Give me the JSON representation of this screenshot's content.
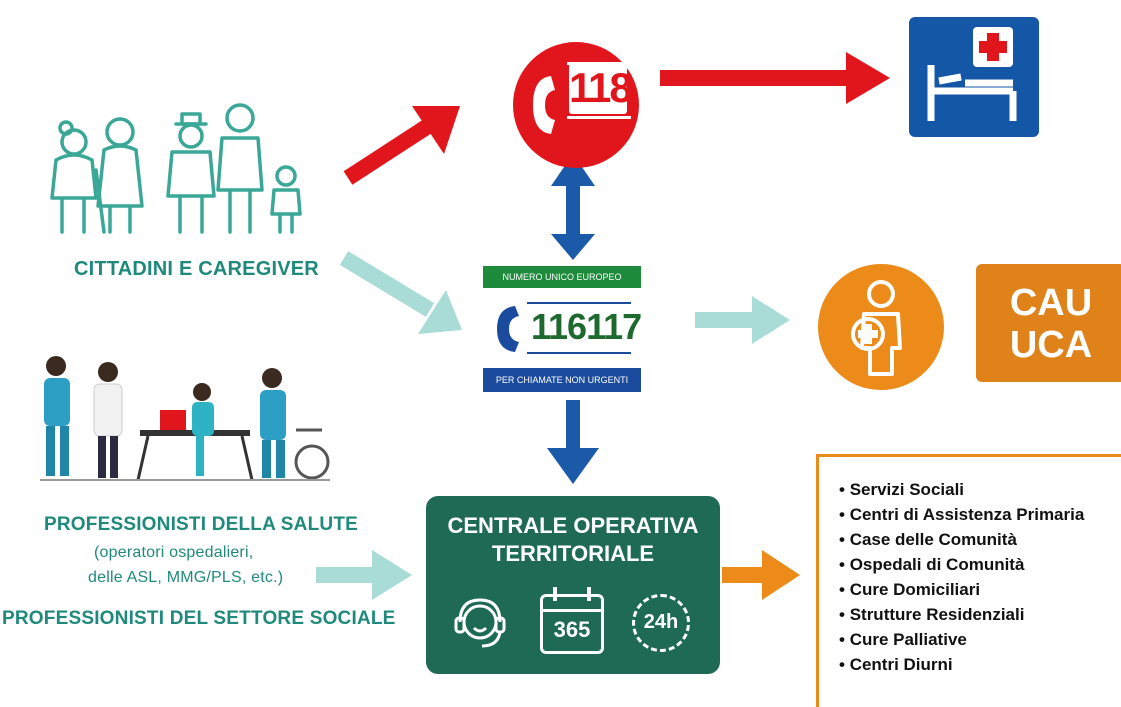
{
  "people": {
    "citizens_label": "CITTADINI E CAREGIVER",
    "health_pros_label": "PROFESSIONISTI DELLA SALUTE",
    "health_pros_sub1": "(operatori ospedalieri,",
    "health_pros_sub2": "delle ASL, MMG/PLS, etc.)",
    "social_pros_label": "PROFESSIONISTI DEL SETTORE SOCIALE"
  },
  "emergency": {
    "number": "118"
  },
  "euro_number": {
    "top_label": "NUMERO UNICO EUROPEO",
    "number": "116117",
    "bottom_label": "PER CHIAMATE NON URGENTI"
  },
  "cau": {
    "line1": "CAU",
    "line2": "UCA"
  },
  "cot": {
    "title_line1": "CENTRALE OPERATIVA",
    "title_line2": "TERRITORIALE",
    "calendar_text": "365",
    "hours_text": "24h"
  },
  "services": [
    "Servizi Sociali",
    "Centri di Assistenza Primaria",
    "Case delle Comunità",
    "Ospedali di Comunità",
    "Cure Domiciliari",
    "Strutture Residenziali",
    "Cure Palliative",
    "Centri Diurni"
  ],
  "colors": {
    "red": "#e1161d",
    "blue": "#1457a6",
    "teal": "#1f8a7c",
    "light_teal": "#a9dcd6",
    "orange": "#ec8b19",
    "green_dark": "#1f6a54",
    "euro_green": "#1e8a3c",
    "euro_blue": "#1a4b9d"
  }
}
